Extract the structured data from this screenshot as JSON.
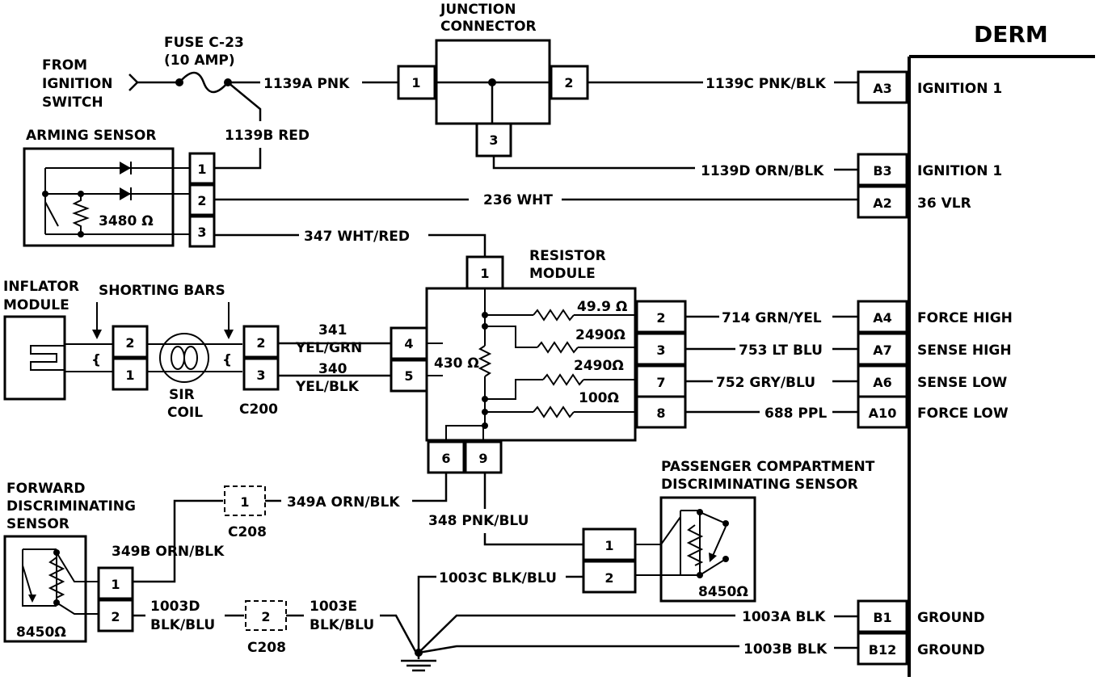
{
  "derm": {
    "title": "DERM",
    "terminals": [
      {
        "pin": "A3",
        "function": "IGNITION 1"
      },
      {
        "pin": "B3",
        "function": "IGNITION 1"
      },
      {
        "pin": "A2",
        "function": "36 VLR"
      },
      {
        "pin": "A4",
        "function": "FORCE HIGH"
      },
      {
        "pin": "A7",
        "function": "SENSE HIGH"
      },
      {
        "pin": "A6",
        "function": "SENSE LOW"
      },
      {
        "pin": "A10",
        "function": "FORCE LOW"
      },
      {
        "pin": "B1",
        "function": "GROUND"
      },
      {
        "pin": "B12",
        "function": "GROUND"
      }
    ]
  },
  "source": {
    "line1": "FROM",
    "line2": "IGNITION",
    "line3": "SWITCH"
  },
  "fuse": {
    "line1": "FUSE C-23",
    "line2": "(10 AMP)"
  },
  "junction": {
    "line1": "JUNCTION",
    "line2": "CONNECTOR",
    "pins": [
      "1",
      "2",
      "3"
    ]
  },
  "arming_sensor": {
    "label": "ARMING SENSOR",
    "resistance": "3480 Ω",
    "pins": [
      "1",
      "2",
      "3"
    ]
  },
  "resistor_module": {
    "line1": "RESISTOR",
    "line2": "MODULE",
    "top_pin": "1",
    "left_pins": [
      "4",
      "5"
    ],
    "right_pins": [
      "2",
      "3",
      "7",
      "8"
    ],
    "bottom_pins": [
      "6",
      "9"
    ],
    "resistors": [
      "49.9 Ω",
      "2490Ω",
      "2490Ω",
      "100Ω",
      "430 Ω"
    ]
  },
  "inflator": {
    "line1": "INFLATOR",
    "line2": "MODULE",
    "shorting_bars": "SHORTING BARS",
    "pins": [
      "2",
      "1"
    ]
  },
  "sir_coil": {
    "line1": "SIR",
    "line2": "COIL"
  },
  "c200": {
    "label": "C200",
    "pins": [
      "2",
      "3"
    ]
  },
  "forward_sensor": {
    "line1": "FORWARD",
    "line2": "DISCRIMINATING",
    "line3": "SENSOR",
    "resistance": "8450Ω",
    "pins": [
      "1",
      "2"
    ]
  },
  "passenger_sensor": {
    "line1": "PASSENGER COMPARTMENT",
    "line2": "DISCRIMINATING SENSOR",
    "resistance": "8450Ω",
    "pins": [
      "1",
      "2"
    ]
  },
  "c208": {
    "label": "C208",
    "pins": [
      "1",
      "2"
    ]
  },
  "wires": {
    "w1139A": "1139A PNK",
    "w1139B": "1139B RED",
    "w1139C": "1139C PNK/BLK",
    "w1139D": "1139D ORN/BLK",
    "w236": "236 WHT",
    "w347": "347 WHT/RED",
    "w341_a": "341",
    "w341_b": "YEL/GRN",
    "w340_a": "340",
    "w340_b": "YEL/BLK",
    "w714": "714 GRN/YEL",
    "w753": "753 LT BLU",
    "w752": "752 GRY/BLU",
    "w688": "688 PPL",
    "w349A": "349A ORN/BLK",
    "w349B": "349B ORN/BLK",
    "w348": "348 PNK/BLU",
    "w1003C": "1003C BLK/BLU",
    "w1003D_a": "1003D",
    "w1003D_b": "BLK/BLU",
    "w1003E_a": "1003E",
    "w1003E_b": "BLK/BLU",
    "w1003A": "1003A BLK",
    "w1003B": "1003B BLK"
  }
}
